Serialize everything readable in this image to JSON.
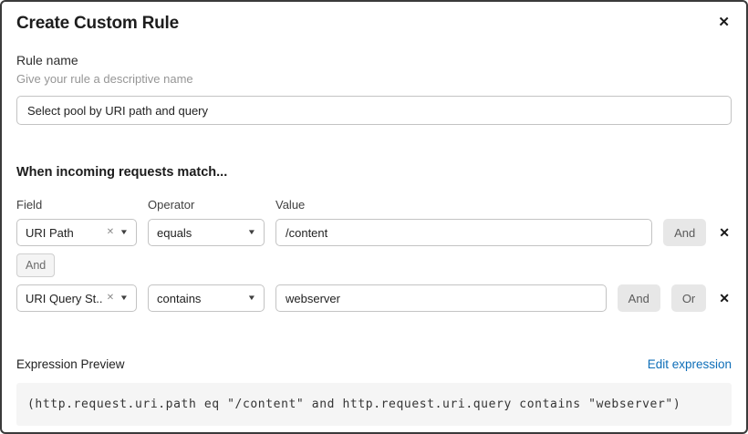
{
  "colors": {
    "link": "#0e6eb8",
    "chip_bg": "#e7e7e7",
    "code_bg": "#f5f5f5"
  },
  "icons": {
    "close": "✕",
    "clear": "✕",
    "caret_down": "▼",
    "remove": "✕"
  },
  "dialog": {
    "title": "Create Custom Rule"
  },
  "rule_name": {
    "label": "Rule name",
    "helper": "Give your rule a descriptive name",
    "value": "Select pool by URI path and query"
  },
  "match": {
    "heading": "When incoming requests match...",
    "columns": {
      "field": "Field",
      "operator": "Operator",
      "value": "Value"
    },
    "connector_label": "And",
    "rows": [
      {
        "field": "URI Path",
        "operator": "equals",
        "value": "/content",
        "and_label": "And"
      },
      {
        "field": "URI Query St...",
        "operator": "contains",
        "value": "webserver",
        "and_label": "And",
        "or_label": "Or"
      }
    ]
  },
  "expression": {
    "label": "Expression Preview",
    "edit_link": "Edit expression",
    "code": "(http.request.uri.path eq \"/content\" and http.request.uri.query contains \"webserver\")"
  }
}
